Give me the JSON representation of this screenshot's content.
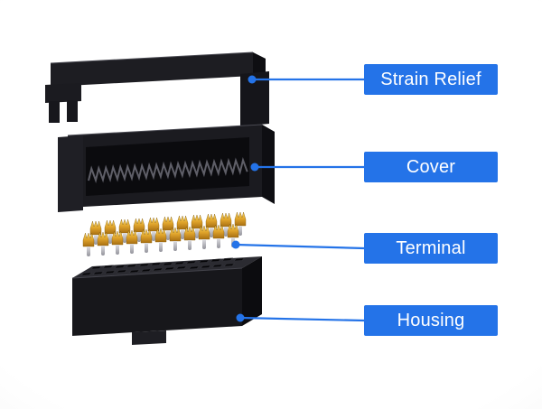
{
  "diagram": {
    "subject": "IDC connector exploded view",
    "parts": [
      {
        "label": "Strain Relief"
      },
      {
        "label": "Cover"
      },
      {
        "label": "Terminal"
      },
      {
        "label": "Housing"
      }
    ],
    "colors": {
      "label_bg": "#2473E8",
      "label_text": "#FFFFFF",
      "leader_line": "#2473E8",
      "component_dark": "#1A1A1E",
      "terminal_gold": "#E0A82E",
      "terminal_silver": "#C9C9CE"
    }
  }
}
